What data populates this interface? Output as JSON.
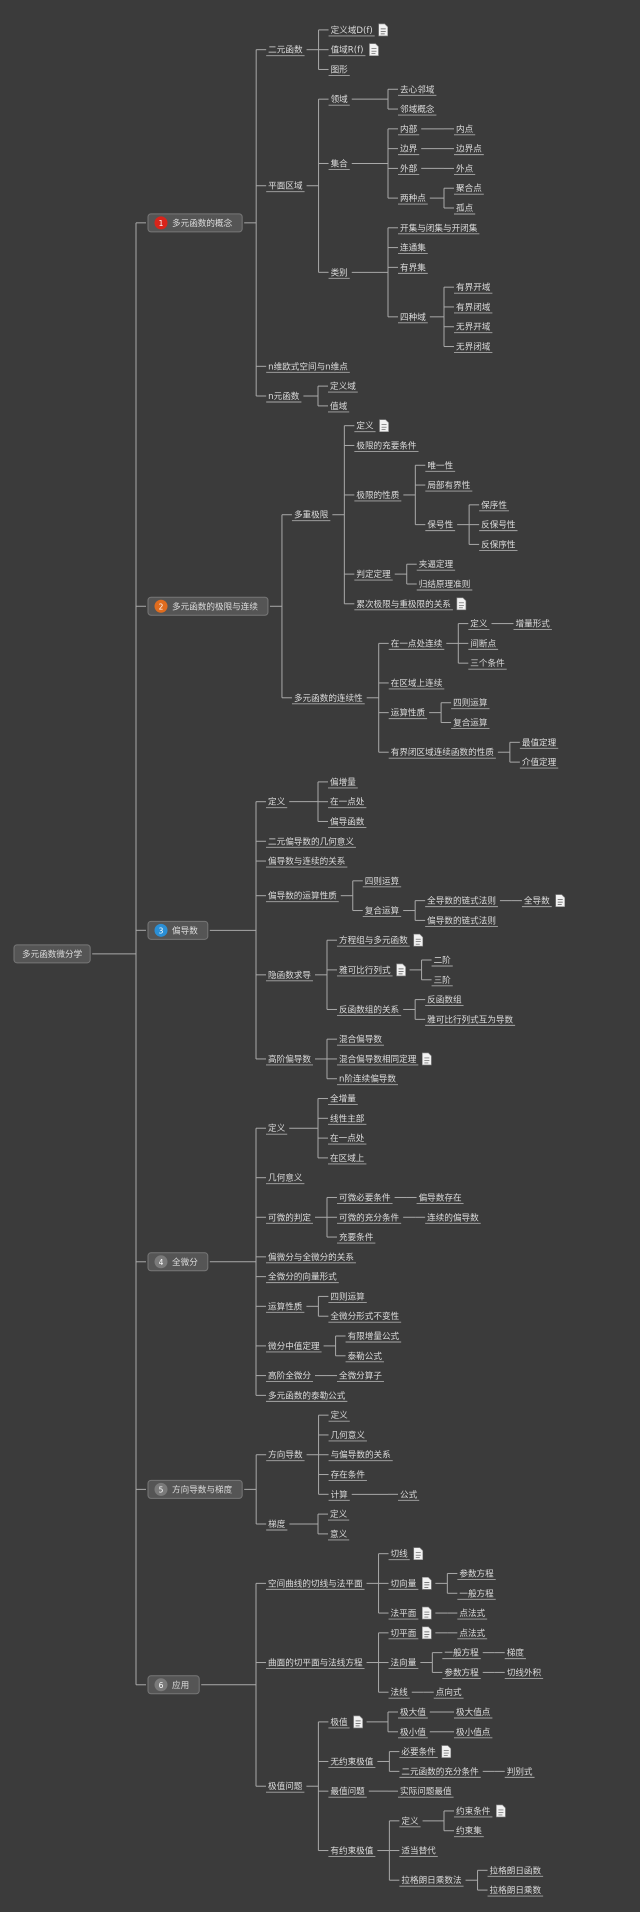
{
  "colors": {
    "background": "#3b3b3b",
    "line": "#a9a9a9",
    "text": "#dcdcdc",
    "box_fill": "#555555",
    "box_stroke": "#777777"
  },
  "root": {
    "label": "多元函数微分学",
    "children": [
      {
        "label": "多元函数的概念",
        "badge": "1",
        "badge_color": "#d9241b",
        "children": [
          {
            "label": "二元函数",
            "children": [
              {
                "label": "定义域D(f)",
                "note": true
              },
              {
                "label": "值域R(f)",
                "note": true
              },
              {
                "label": "图形"
              }
            ]
          },
          {
            "label": "平面区域",
            "children": [
              {
                "label": "领域",
                "children": [
                  {
                    "label": "去心邻域"
                  },
                  {
                    "label": "邻域概念"
                  }
                ]
              },
              {
                "label": "集合",
                "children": [
                  {
                    "label": "内部",
                    "children": [
                      {
                        "label": "内点"
                      }
                    ]
                  },
                  {
                    "label": "边界",
                    "children": [
                      {
                        "label": "边界点"
                      }
                    ]
                  },
                  {
                    "label": "外部",
                    "children": [
                      {
                        "label": "外点"
                      }
                    ]
                  },
                  {
                    "label": "两种点",
                    "children": [
                      {
                        "label": "聚合点"
                      },
                      {
                        "label": "孤点"
                      }
                    ]
                  }
                ]
              },
              {
                "label": "类别",
                "children": [
                  {
                    "label": "开集与闭集与开闭集"
                  },
                  {
                    "label": "连通集"
                  },
                  {
                    "label": "有界集"
                  },
                  {
                    "label": "四种域",
                    "children": [
                      {
                        "label": "有界开域"
                      },
                      {
                        "label": "有界闭域"
                      },
                      {
                        "label": "无界开域"
                      },
                      {
                        "label": "无界闭域"
                      }
                    ]
                  }
                ]
              }
            ]
          },
          {
            "label": "n维欧式空间与n维点"
          },
          {
            "label": "n元函数",
            "children": [
              {
                "label": "定义域"
              },
              {
                "label": "值域"
              }
            ]
          }
        ]
      },
      {
        "label": "多元函数的极限与连续",
        "badge": "2",
        "badge_color": "#e06c1e",
        "children": [
          {
            "label": "多重极限",
            "children": [
              {
                "label": "定义",
                "note": true
              },
              {
                "label": "极限的充要条件"
              },
              {
                "label": "极限的性质",
                "children": [
                  {
                    "label": "唯一性"
                  },
                  {
                    "label": "局部有界性"
                  },
                  {
                    "label": "保号性",
                    "children": [
                      {
                        "label": "保序性"
                      },
                      {
                        "label": "反保号性"
                      },
                      {
                        "label": "反保序性"
                      }
                    ]
                  }
                ]
              },
              {
                "label": "判定定理",
                "children": [
                  {
                    "label": "夹逼定理"
                  },
                  {
                    "label": "归结原理准则"
                  }
                ]
              },
              {
                "label": "累次极限与重极限的关系",
                "note": true
              }
            ]
          },
          {
            "label": "多元函数的连续性",
            "children": [
              {
                "label": "在一点处连续",
                "children": [
                  {
                    "label": "定义",
                    "children": [
                      {
                        "label": "增量形式"
                      }
                    ]
                  },
                  {
                    "label": "间断点"
                  },
                  {
                    "label": "三个条件"
                  }
                ]
              },
              {
                "label": "在区域上连续"
              },
              {
                "label": "运算性质",
                "children": [
                  {
                    "label": "四则运算"
                  },
                  {
                    "label": "复合运算"
                  }
                ]
              },
              {
                "label": "有界闭区域连续函数的性质",
                "children": [
                  {
                    "label": "最值定理"
                  },
                  {
                    "label": "介值定理"
                  }
                ]
              }
            ]
          }
        ]
      },
      {
        "label": "偏导数",
        "badge": "3",
        "badge_color": "#2a8fd6",
        "children": [
          {
            "label": "定义",
            "children": [
              {
                "label": "偏增量"
              },
              {
                "label": "在一点处"
              },
              {
                "label": "偏导函数"
              }
            ]
          },
          {
            "label": "二元偏导数的几何意义"
          },
          {
            "label": "偏导数与连续的关系"
          },
          {
            "label": "偏导数的运算性质",
            "children": [
              {
                "label": "四则运算"
              },
              {
                "label": "复合运算",
                "children": [
                  {
                    "label": "全导数的链式法则",
                    "children": [
                      {
                        "label": "全导数",
                        "note": true
                      }
                    ]
                  },
                  {
                    "label": "偏导数的链式法则"
                  }
                ]
              }
            ]
          },
          {
            "label": "隐函数求导",
            "children": [
              {
                "label": "方程组与多元函数",
                "note": true
              },
              {
                "label": "雅可比行列式",
                "note": true,
                "children": [
                  {
                    "label": "二阶"
                  },
                  {
                    "label": "三阶"
                  }
                ]
              },
              {
                "label": "反函数组的关系",
                "children": [
                  {
                    "label": "反函数组"
                  },
                  {
                    "label": "雅可比行列式互为导数"
                  }
                ]
              }
            ]
          },
          {
            "label": "高阶偏导数",
            "children": [
              {
                "label": "混合偏导数"
              },
              {
                "label": "混合偏导数相同定理",
                "note": true
              },
              {
                "label": "n阶连续偏导数"
              }
            ]
          }
        ]
      },
      {
        "label": "全微分",
        "badge": "4",
        "badge_color": "#7a7a7a",
        "children": [
          {
            "label": "定义",
            "children": [
              {
                "label": "全增量"
              },
              {
                "label": "线性主部"
              },
              {
                "label": "在一点处"
              },
              {
                "label": "在区域上"
              }
            ]
          },
          {
            "label": "几何意义"
          },
          {
            "label": "可微的判定",
            "children": [
              {
                "label": "可微必要条件",
                "children": [
                  {
                    "label": "偏导数存在"
                  }
                ]
              },
              {
                "label": "可微的充分条件",
                "children": [
                  {
                    "label": "连续的偏导数"
                  }
                ]
              },
              {
                "label": "充要条件"
              }
            ]
          },
          {
            "label": "偏微分与全微分的关系"
          },
          {
            "label": "全微分的向量形式"
          },
          {
            "label": "运算性质",
            "children": [
              {
                "label": "四则运算"
              },
              {
                "label": "全微分形式不变性"
              }
            ]
          },
          {
            "label": "微分中值定理",
            "children": [
              {
                "label": "有限增量公式"
              },
              {
                "label": "泰勒公式"
              }
            ]
          },
          {
            "label": "高阶全微分",
            "children": [
              {
                "label": "全微分算子"
              }
            ]
          },
          {
            "label": "多元函数的泰勒公式"
          }
        ]
      },
      {
        "label": "方向导数与梯度",
        "badge": "5",
        "badge_color": "#7a7a7a",
        "children": [
          {
            "label": "方向导数",
            "children": [
              {
                "label": "定义"
              },
              {
                "label": "几何意义"
              },
              {
                "label": "与偏导数的关系"
              },
              {
                "label": "存在条件"
              },
              {
                "label": "计算",
                "children": [
                  {
                    "label": "公式"
                  }
                ]
              }
            ]
          },
          {
            "label": "梯度",
            "children": [
              {
                "label": "定义"
              },
              {
                "label": "意义"
              }
            ]
          }
        ]
      },
      {
        "label": "应用",
        "badge": "6",
        "badge_color": "#7a7a7a",
        "children": [
          {
            "label": "空间曲线的切线与法平面",
            "children": [
              {
                "label": "切线",
                "note": true
              },
              {
                "label": "切向量",
                "note": true,
                "children": [
                  {
                    "label": "参数方程"
                  },
                  {
                    "label": "一般方程"
                  }
                ]
              },
              {
                "label": "法平面",
                "note": true,
                "children": [
                  {
                    "label": "点法式"
                  }
                ]
              }
            ]
          },
          {
            "label": "曲面的切平面与法线方程",
            "children": [
              {
                "label": "切平面",
                "note": true,
                "children": [
                  {
                    "label": "点法式"
                  }
                ]
              },
              {
                "label": "法向量",
                "children": [
                  {
                    "label": "一般方程",
                    "children": [
                      {
                        "label": "梯度"
                      }
                    ]
                  },
                  {
                    "label": "参数方程",
                    "children": [
                      {
                        "label": "切线外积"
                      }
                    ]
                  }
                ]
              },
              {
                "label": "法线",
                "children": [
                  {
                    "label": "点向式"
                  }
                ]
              }
            ]
          },
          {
            "label": "极值问题",
            "children": [
              {
                "label": "极值",
                "note": true,
                "children": [
                  {
                    "label": "极大值",
                    "children": [
                      {
                        "label": "极大值点"
                      }
                    ]
                  },
                  {
                    "label": "极小值",
                    "children": [
                      {
                        "label": "极小值点"
                      }
                    ]
                  }
                ]
              },
              {
                "label": "无约束极值",
                "children": [
                  {
                    "label": "必要条件",
                    "note": true
                  },
                  {
                    "label": "二元函数的充分条件",
                    "children": [
                      {
                        "label": "判别式"
                      }
                    ]
                  }
                ]
              },
              {
                "label": "最值问题",
                "children": [
                  {
                    "label": "实际问题最值"
                  }
                ]
              },
              {
                "label": "有约束极值",
                "children": [
                  {
                    "label": "定义",
                    "children": [
                      {
                        "label": "约束条件",
                        "note": true
                      },
                      {
                        "label": "约束集"
                      }
                    ]
                  },
                  {
                    "label": "适当替代"
                  },
                  {
                    "label": "拉格朗日乘数法",
                    "children": [
                      {
                        "label": "拉格朗日函数"
                      },
                      {
                        "label": "拉格朗日乘数"
                      }
                    ]
                  }
                ]
              }
            ]
          }
        ]
      }
    ]
  }
}
